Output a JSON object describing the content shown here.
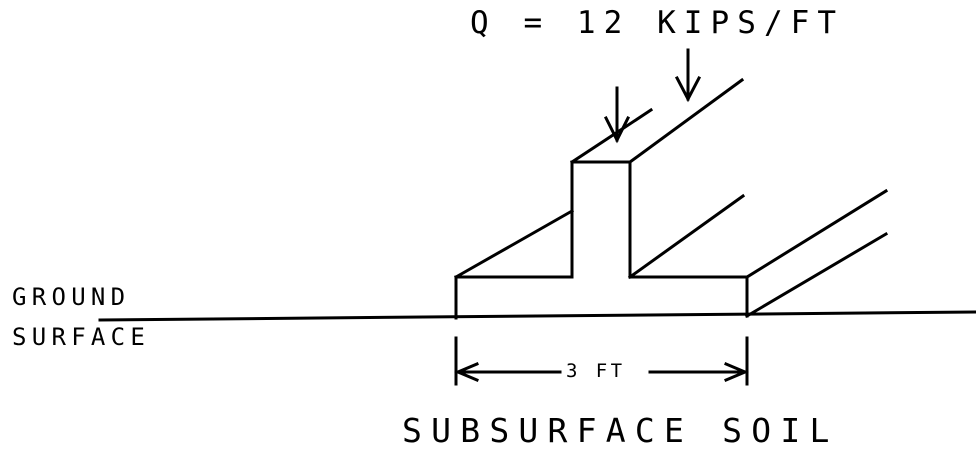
{
  "labels": {
    "load": "Q = 12 KIPS/FT",
    "ground_line1": "GROUND",
    "ground_line2": "SURFACE",
    "width": "3 FT",
    "soil": "SUBSURFACE SOIL"
  }
}
